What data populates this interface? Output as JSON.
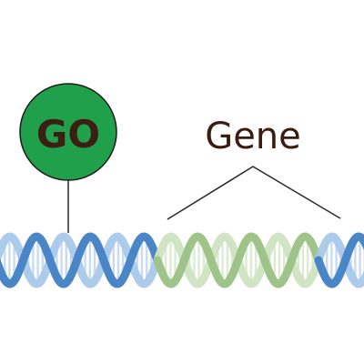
{
  "marker": {
    "label": "GO",
    "fill_color": "#21a04b",
    "outline_color": "#1b1b1b",
    "text_color": "#3b1f14"
  },
  "gene": {
    "label": "Gene",
    "text_color": "#3a1d10",
    "bracket_color": "#2a2a2a"
  },
  "helix": {
    "segments": [
      {
        "name": "upstream-dna",
        "turns": 3,
        "strand_color": "#4a86c6",
        "strand_light": "#a9c8ea",
        "rung_color": "#c7dcf2"
      },
      {
        "name": "gene-dna",
        "turns": 3,
        "strand_color": "#9ec48a",
        "strand_light": "#cfe4c2",
        "rung_color": "#dcecd2"
      },
      {
        "name": "downstream-dna",
        "turns": 1,
        "strand_color": "#4a86c6",
        "strand_light": "#a9c8ea",
        "rung_color": "#c7dcf2"
      }
    ]
  }
}
